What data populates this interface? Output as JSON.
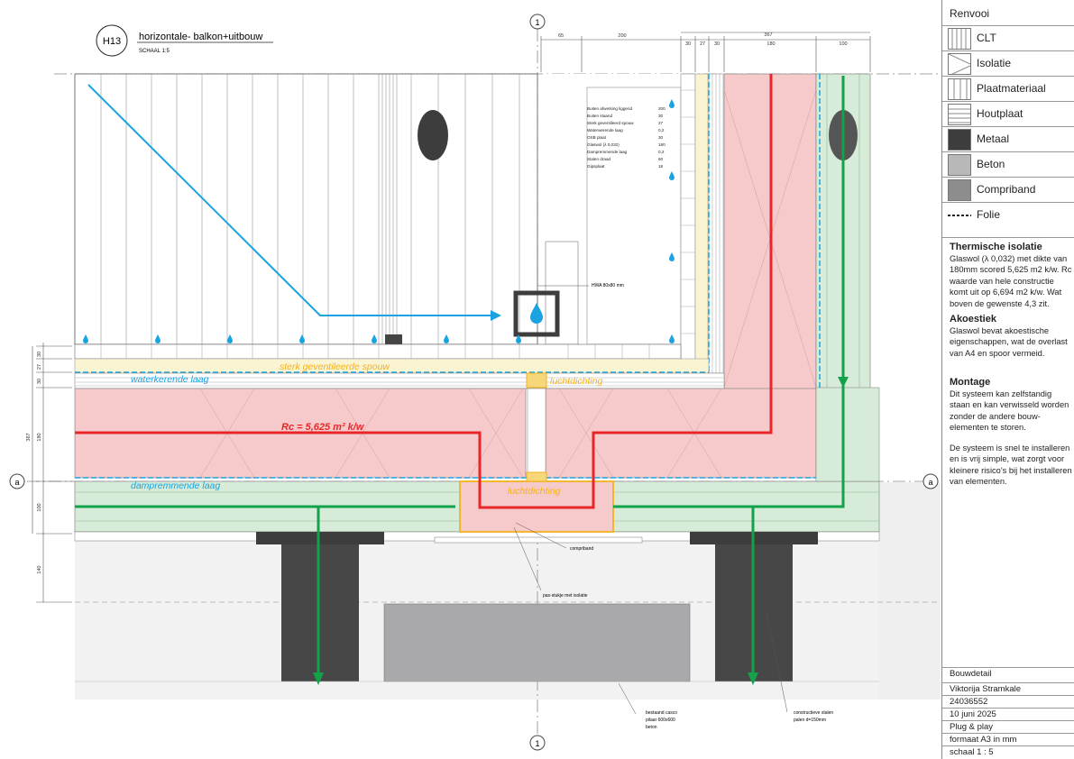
{
  "header": {
    "code": "H13",
    "title": "horizontale- balkon+uitbouw",
    "scale": "SCHAAL 1:5"
  },
  "grid": {
    "axis_top": "1",
    "axis_bottom": "1",
    "axis_left": "a",
    "axis_right": "a"
  },
  "dims_top": [
    "65",
    "200",
    "30",
    "27",
    "30",
    "180",
    "367",
    "100"
  ],
  "dims_left": [
    "30",
    "27",
    "30",
    "180",
    "367",
    "100",
    "140"
  ],
  "layer_table": {
    "rows": [
      {
        "name": "Buiten afwerking liggend",
        "value": "200"
      },
      {
        "name": "Buiten staand",
        "value": "30"
      },
      {
        "name": "Sterk geventileerd spouw",
        "value": "27"
      },
      {
        "name": "Waterwerende laag",
        "value": "0,2"
      },
      {
        "name": "OSB plaat",
        "value": "30"
      },
      {
        "name": "Glaswol (λ 0,032)",
        "value": "180"
      },
      {
        "name": "Dampremmende laag",
        "value": "0,2"
      },
      {
        "name": "Stalen draad",
        "value": "60"
      },
      {
        "name": "Gipsplaat",
        "value": "18"
      }
    ]
  },
  "annotations": {
    "spouw": "sterk geventileerde spouw",
    "waterkerend": "waterkerende laag",
    "luchtdichting_top": "luchtdichting",
    "rc": "Rc = 5,625 m² k/w",
    "dampremmend": "dampremmende laag",
    "luchtdichting_bottom": "luchtdichting",
    "hwa": "HWA 80x80 mm",
    "compriband": "compriband",
    "passtukje": "pas-stukje met isolatie",
    "casco_1": "bestaand casco",
    "casco_2": "pilaar 600x600",
    "casco_3": "beton",
    "palen_1": "constructieve stalen",
    "palen_2": "palen d=150mm"
  },
  "legend": {
    "title": "Renvooi",
    "items": [
      {
        "label": "CLT",
        "icon": "clt-hatch-icon"
      },
      {
        "label": "Isolatie",
        "icon": "insulation-icon"
      },
      {
        "label": "Plaatmateriaal",
        "icon": "sheet-material-icon"
      },
      {
        "label": "Houtplaat",
        "icon": "wood-board-icon"
      },
      {
        "label": "Metaal",
        "icon": "metal-fill-icon"
      },
      {
        "label": "Beton",
        "icon": "concrete-fill-icon"
      },
      {
        "label": "Compriband",
        "icon": "compriband-fill-icon"
      },
      {
        "label": "Folie",
        "icon": "foil-dash-icon"
      }
    ]
  },
  "notes": [
    {
      "heading": "Thermische isolatie",
      "text": "Glaswol (λ 0,032) met dikte van 180mm scored 5,625 m2 k/w. Rc waarde van hele constructie komt uit op 6,694 m2 k/w. Wat boven de gewenste 4,3 zit."
    },
    {
      "heading": "Akoestiek",
      "text": "Glaswol bevat akoestische eigenschappen, wat de overlast van A4 en spoor vermeid."
    },
    {
      "heading": "Montage",
      "text": "Dit systeem kan zelfstandig staan en kan verwisseld worden zonder de andere bouw-elementen te storen."
    },
    {
      "heading": "",
      "text": "De systeem is snel te installeren en is vrij simple, wat zorgt voor kleinere risico's bij het installeren van elementen."
    }
  ],
  "titleblock": [
    "Bouwdetail",
    "Viktorija Stramkale",
    "24036552",
    "10 juni 2025",
    "Plug & play",
    "formaat A3 in mm",
    "schaal 1 : 5"
  ],
  "colors": {
    "insulation": "#f6caca",
    "clt": "#d6ecd8",
    "metal": "#4a4a4a",
    "concrete": "#a9a9ab",
    "water": "#1aa3e0",
    "heat": "#e8262a",
    "structure": "#13a24a",
    "airtight": "#f3b21c"
  }
}
